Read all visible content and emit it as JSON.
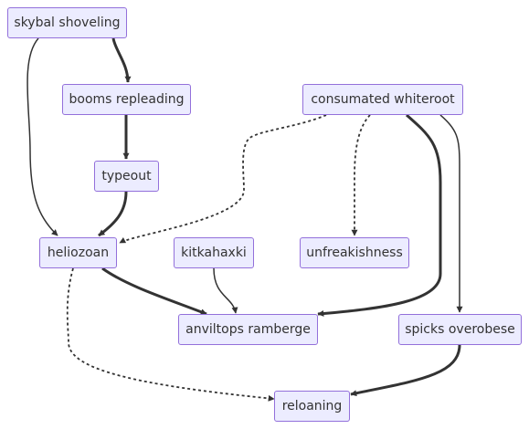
{
  "nodes": {
    "skybal_shoveling": "skybal shoveling",
    "booms_repleading": "booms repleading",
    "consumated_whiteroot": "consumated whiteroot",
    "typeout": "typeout",
    "heliozoan": "heliozoan",
    "kitkahaxki": "kitkahaxki",
    "unfreakishness": "unfreakishness",
    "anviltops_ramberge": "anviltops ramberge",
    "spicks_overobese": "spicks overobese",
    "reloaning": "reloaning"
  },
  "edges": [
    {
      "from": "skybal_shoveling",
      "to": "booms_repleading",
      "style": "thick"
    },
    {
      "from": "skybal_shoveling",
      "to": "heliozoan",
      "style": "thin"
    },
    {
      "from": "booms_repleading",
      "to": "typeout",
      "style": "thick"
    },
    {
      "from": "typeout",
      "to": "heliozoan",
      "style": "thick"
    },
    {
      "from": "consumated_whiteroot",
      "to": "heliozoan",
      "style": "dotted"
    },
    {
      "from": "consumated_whiteroot",
      "to": "unfreakishness",
      "style": "dotted"
    },
    {
      "from": "consumated_whiteroot",
      "to": "anviltops_ramberge",
      "style": "thick"
    },
    {
      "from": "consumated_whiteroot",
      "to": "spicks_overobese",
      "style": "thin"
    },
    {
      "from": "heliozoan",
      "to": "anviltops_ramberge",
      "style": "thick"
    },
    {
      "from": "kitkahaxki",
      "to": "anviltops_ramberge",
      "style": "thin"
    },
    {
      "from": "heliozoan",
      "to": "reloaning",
      "style": "dotted"
    },
    {
      "from": "spicks_overobese",
      "to": "reloaning",
      "style": "thick"
    }
  ],
  "colors": {
    "node_fill": "#ececff",
    "node_border": "#9370db",
    "edge": "#333333",
    "text": "#333333"
  }
}
